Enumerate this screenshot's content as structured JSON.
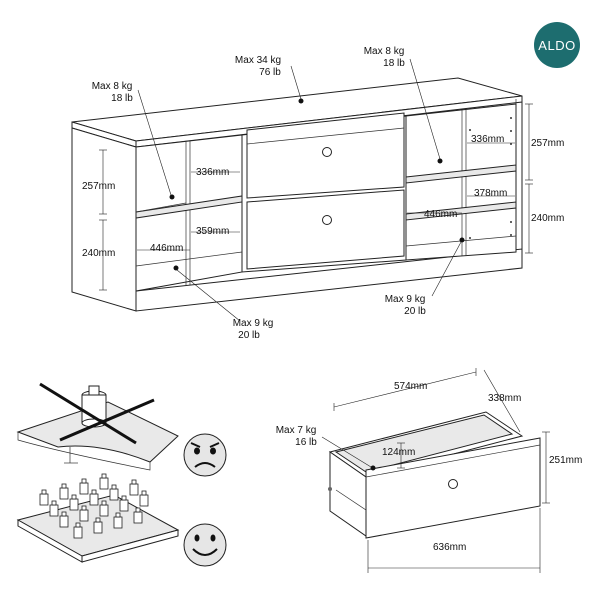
{
  "brand": {
    "logo_text": "ALDO",
    "logo_color": "#1d6d6f"
  },
  "top_diagram": {
    "load_top": {
      "line1": "Max 34 kg",
      "line2": "76 lb"
    },
    "load_left_shelf": {
      "line1": "Max 8 kg",
      "line2": "18 lb"
    },
    "load_right_shelf": {
      "line1": "Max 8 kg",
      "line2": "18 lb"
    },
    "load_bottom_left": {
      "line1": "Max 9 kg",
      "line2": "20 lb"
    },
    "load_bottom_right": {
      "line1": "Max 9 kg",
      "line2": "20 lb"
    },
    "dims": {
      "left_upper_height": "257mm",
      "left_lower_height": "240mm",
      "left_shelf_depth": "336mm",
      "left_inner_depth": "359mm",
      "left_width": "446mm",
      "right_shelf_depth": "336mm",
      "right_inner_depth": "378mm",
      "right_width": "446mm",
      "right_upper_height": "257mm",
      "right_lower_height": "240mm"
    }
  },
  "drawer_diagram": {
    "load": {
      "line1": "Max 7 kg",
      "line2": "16 lb"
    },
    "dims": {
      "inner_width": "574mm",
      "inner_depth": "338mm",
      "inner_height": "124mm",
      "front_height": "251mm",
      "front_width": "636mm"
    }
  },
  "load_guidance": {
    "wrong_icon": "concentrated-load-crossed-icon",
    "right_icon": "distributed-load-icon",
    "sad_face": "angry-face-icon",
    "happy_face": "smiley-face-icon"
  }
}
